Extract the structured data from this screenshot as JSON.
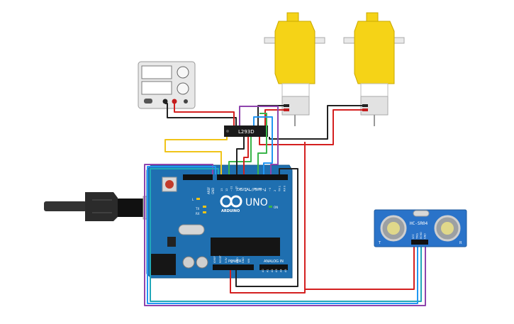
{
  "arduino": {
    "logo": "UNO",
    "brand": "ARDUINO",
    "header_digital": "DIGITAL (PWM~)",
    "header_power": "POWER",
    "header_analog": "ANALOG IN",
    "label_aref": "AREF",
    "label_gnd": "GND",
    "label_tx": "TX",
    "label_rx": "RX",
    "label_l": "L",
    "label_on": "ON",
    "digital_pins": [
      "13",
      "12",
      "~11",
      "~10",
      "~9",
      "8",
      "7",
      "~6",
      "~5",
      "4",
      "~3",
      "2",
      "TX 1",
      "RX 0"
    ],
    "power_pins": [
      "IOREF",
      "RESET",
      "3.3V",
      "5V",
      "GND",
      "GND",
      "VIN"
    ],
    "analog_pins": [
      "A0",
      "A1",
      "A2",
      "A3",
      "A4",
      "A5"
    ]
  },
  "driver_ic": {
    "label": "L293D"
  },
  "ultrasonic": {
    "label": "HC-SR04",
    "pins": [
      "VCC",
      "TRIG",
      "ECHO",
      "GND"
    ],
    "corner_left": "T",
    "corner_right": "R"
  },
  "components": [
    "power-supply",
    "dc-motor-left",
    "dc-motor-right",
    "l293d-driver",
    "arduino-uno",
    "usb-cable",
    "hc-sr04-sensor",
    "breadboard-wires"
  ],
  "wire_colors": {
    "black": "#222222",
    "red": "#d42020",
    "yellow": "#f0c419",
    "green": "#3ab54a",
    "blue": "#2196f3",
    "purple": "#8e44ad",
    "teal": "#21a7b8"
  },
  "colors": {
    "board": "#1f6fb0",
    "motor": "#f5d317",
    "sensor": "#2a73c9",
    "supply": "#e6e6e6"
  }
}
